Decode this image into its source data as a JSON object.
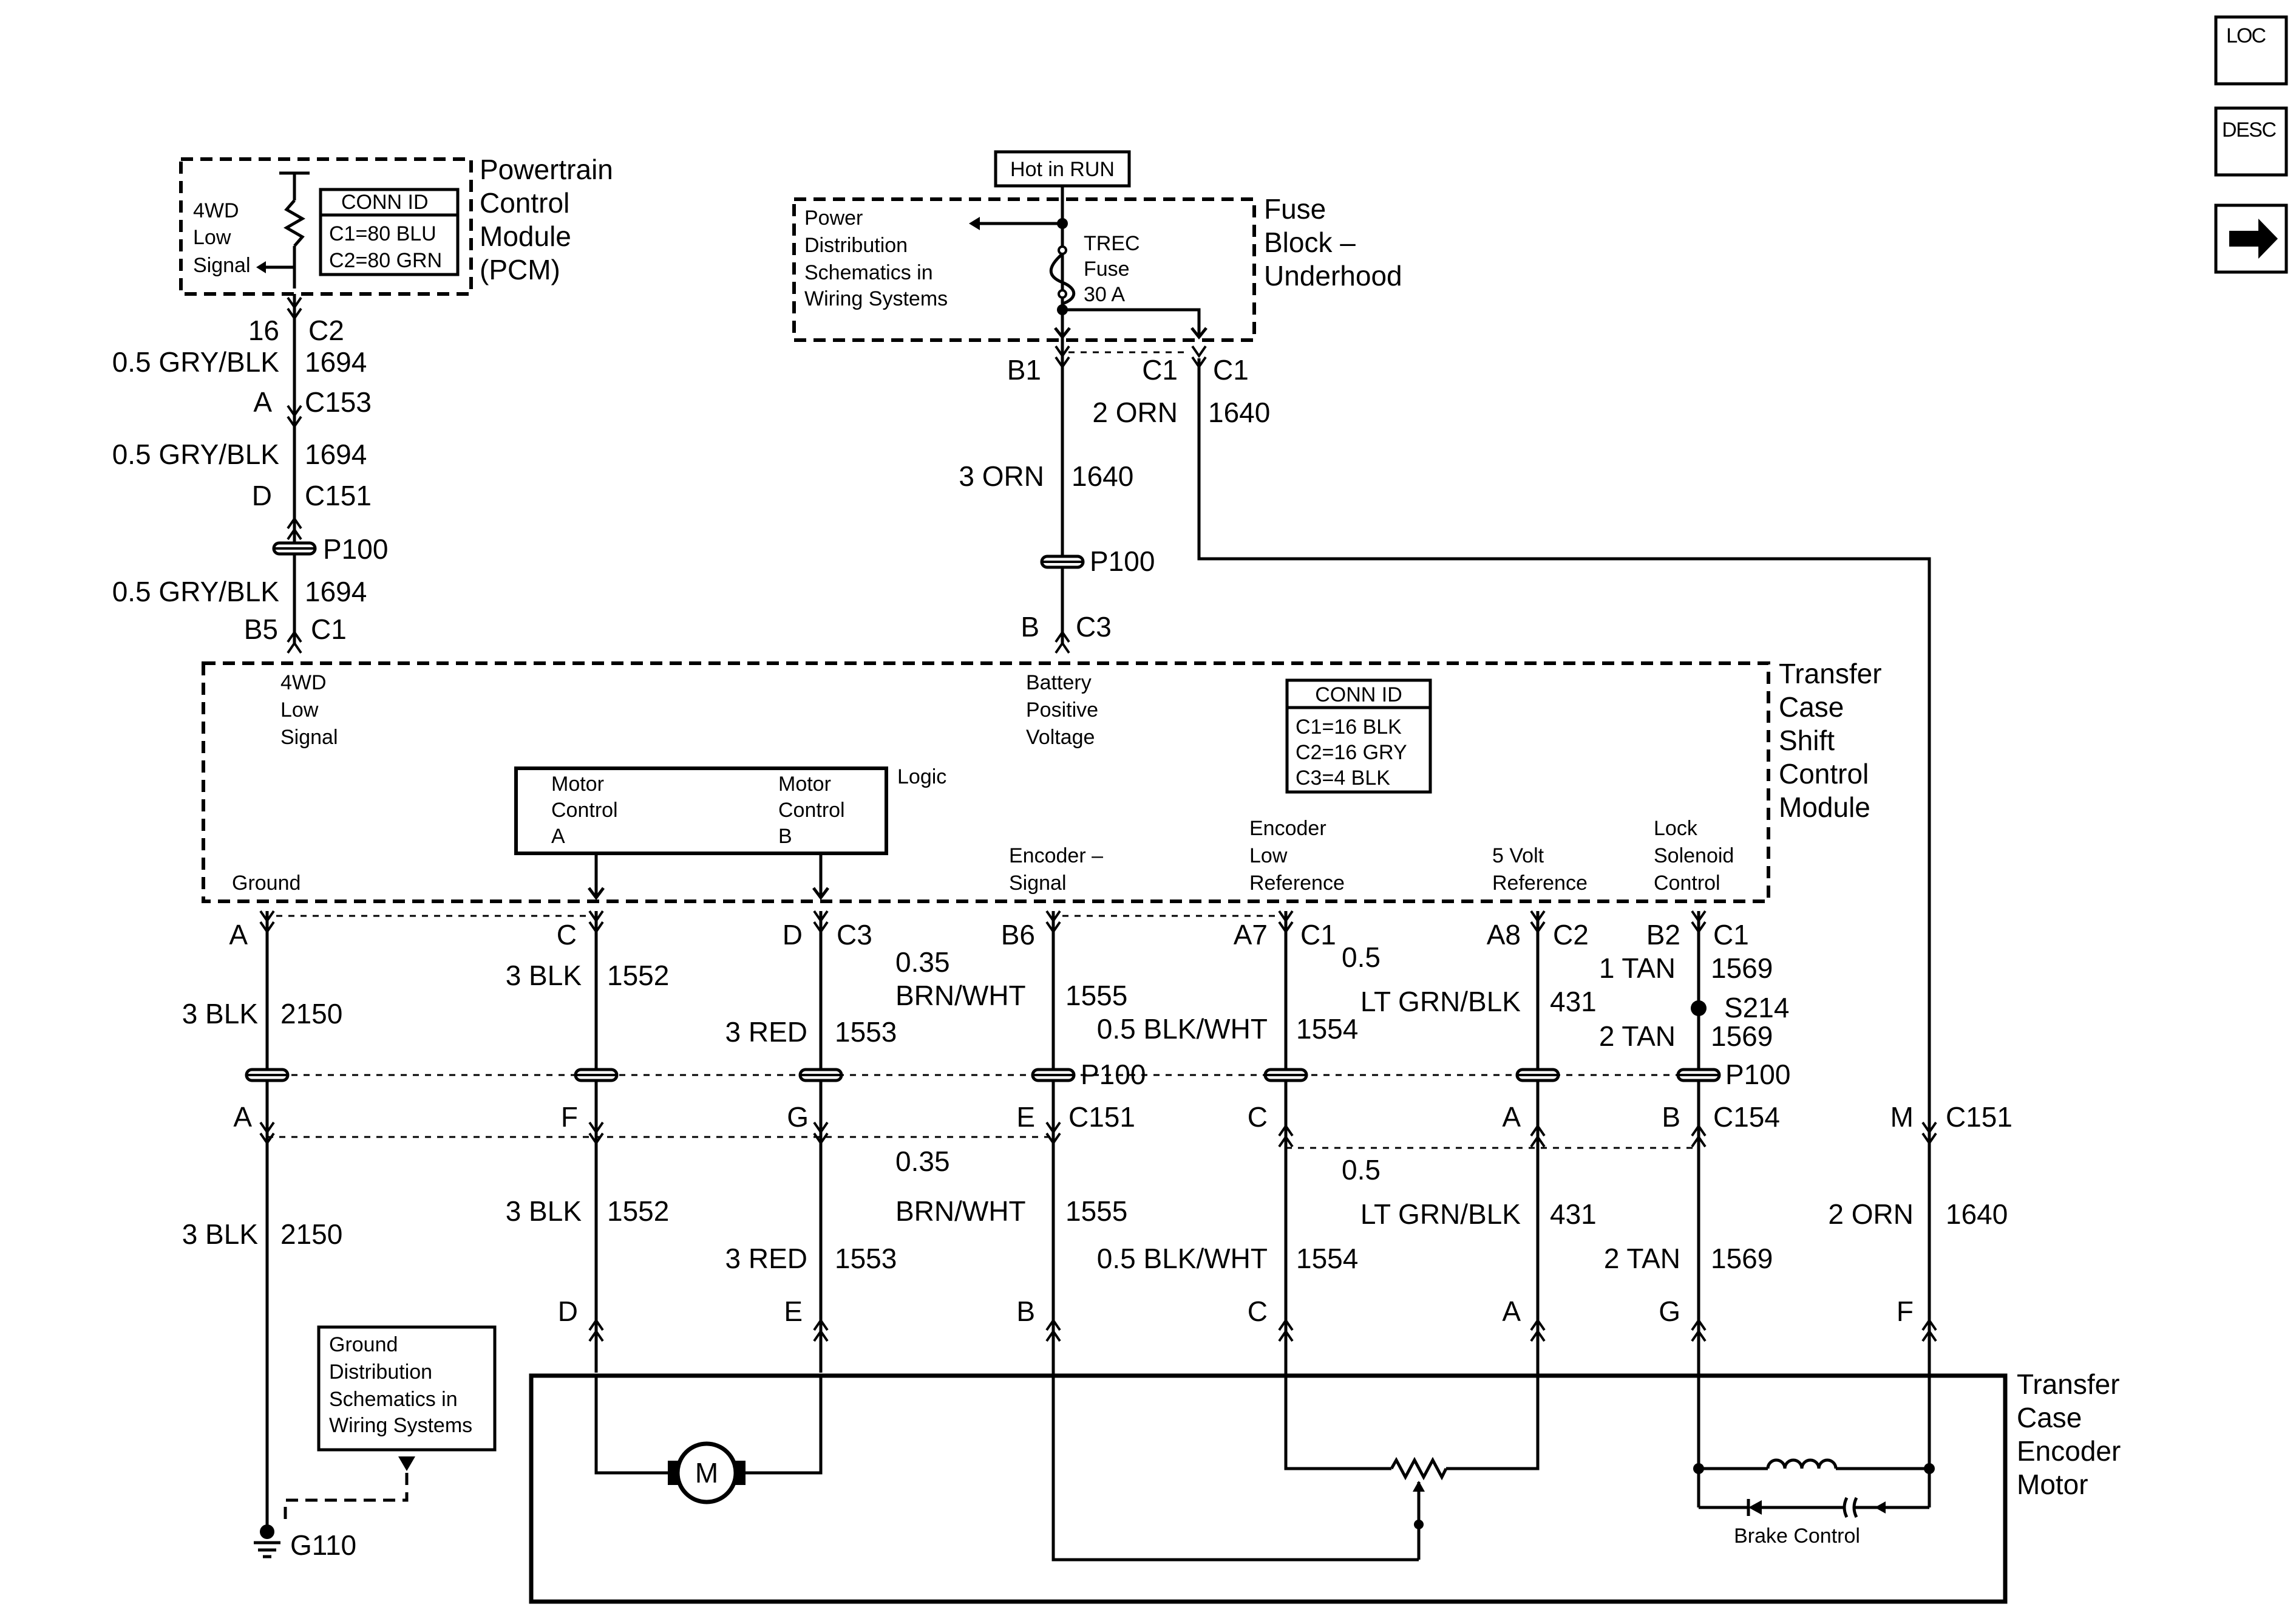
{
  "nav": {
    "loc": "LOC",
    "desc": "DESC",
    "next": "next"
  },
  "pcm": {
    "title": [
      "Powertrain",
      "Control",
      "Module",
      "(PCM)"
    ],
    "conn_title": "CONN ID",
    "conn": [
      "C1=80 BLU",
      "C2=80 GRN"
    ],
    "signal": [
      "4WD",
      "Low",
      "Signal"
    ]
  },
  "fuse_block": {
    "hot": "Hot in RUN",
    "title": [
      "Fuse",
      "Block –",
      "Underhood"
    ],
    "pds": [
      "Power",
      "Distribution",
      "Schematics in",
      "Wiring Systems"
    ],
    "fuse": [
      "TREC",
      "Fuse",
      "30 A"
    ]
  },
  "pcm_run": {
    "pin1": "16",
    "conn1": "C2",
    "wire1": "0.5 GRY/BLK",
    "circ1": "1694",
    "pin2": "A",
    "conn2": "C153",
    "wire2": "0.5 GRY/BLK",
    "circ2": "1694",
    "pin3": "D",
    "conn3": "C151",
    "p100": "P100",
    "wire3": "0.5 GRY/BLK",
    "circ3": "1694",
    "pin4": "B5",
    "conn4": "C1"
  },
  "batt_run": {
    "b1": "B1",
    "c1a": "C1",
    "c1b": "C1",
    "wire_a": "2 ORN",
    "circ_a": "1640",
    "wire_b": "3 ORN",
    "circ_b": "1640",
    "p100": "P100",
    "pin": "B",
    "conn": "C3"
  },
  "tccsm": {
    "title": [
      "Transfer",
      "Case",
      "Shift",
      "Control",
      "Module"
    ],
    "conn_title": "CONN ID",
    "conn": [
      "C1=16 BLK",
      "C2=16 GRY",
      "C3=4 BLK"
    ],
    "sig_4wd": [
      "4WD",
      "Low",
      "Signal"
    ],
    "battery": [
      "Battery",
      "Positive",
      "Voltage"
    ],
    "logic": "Logic",
    "mca": [
      "Motor",
      "Control",
      "A"
    ],
    "mcb": [
      "Motor",
      "Control",
      "B"
    ],
    "ground": "Ground",
    "enc_sig": [
      "Encoder –",
      "Signal"
    ],
    "enc_low": [
      "Encoder",
      "Low",
      "Reference"
    ],
    "v5": [
      "5 Volt",
      "Reference"
    ],
    "lock": [
      "Lock",
      "Solenoid",
      "Control"
    ]
  },
  "mid": {
    "A": "A",
    "C": "C",
    "D": "D",
    "C3": "C3",
    "B6": "B6",
    "A7": "A7",
    "C1a": "C1",
    "A8": "A8",
    "C2": "C2",
    "B2": "B2",
    "C1b": "C1",
    "w1": "3 BLK",
    "n1": "2150",
    "w2": "3 BLK",
    "n2": "1552",
    "w3": "3 RED",
    "n3": "1553",
    "w4a": "0.35",
    "w4b": "BRN/WHT",
    "n4": "1555",
    "w5": "0.5 BLK/WHT",
    "n5": "1554",
    "w6a": "0.5",
    "w6b": "LT GRN/BLK",
    "n6": "431",
    "w7": "1 TAN",
    "n7": "1569",
    "splice": "S214",
    "w8": "2 TAN",
    "n8": "1569",
    "p100": "P100",
    "p100b": "P100",
    "A2": "A",
    "F": "F",
    "G": "G",
    "E": "E",
    "C151": "C151",
    "C2b": "C",
    "A3": "A",
    "B": "B",
    "C154": "C154",
    "M": "M",
    "C151b": "C151"
  },
  "low": {
    "w1": "3 BLK",
    "n1": "2150",
    "w2": "3 BLK",
    "n2": "1552",
    "w3": "3 RED",
    "n3": "1553",
    "w4a": "0.35",
    "w4b": "BRN/WHT",
    "n4": "1555",
    "w5": "0.5 BLK/WHT",
    "n5": "1554",
    "w6a": "0.5",
    "w6b": "LT GRN/BLK",
    "n6": "431",
    "w7": "2 TAN",
    "n7": "1569",
    "w8": "2 ORN",
    "n8": "1640",
    "pD": "D",
    "pE": "E",
    "pB": "B",
    "pC": "C",
    "pA": "A",
    "pG": "G",
    "pF": "F"
  },
  "gnd": {
    "box": [
      "Ground",
      "Distribution",
      "Schematics in",
      "Wiring Systems"
    ],
    "g110": "G110"
  },
  "motor": {
    "title": [
      "Transfer",
      "Case",
      "Encoder",
      "Motor"
    ],
    "m": "M",
    "brake": "Brake Control"
  }
}
